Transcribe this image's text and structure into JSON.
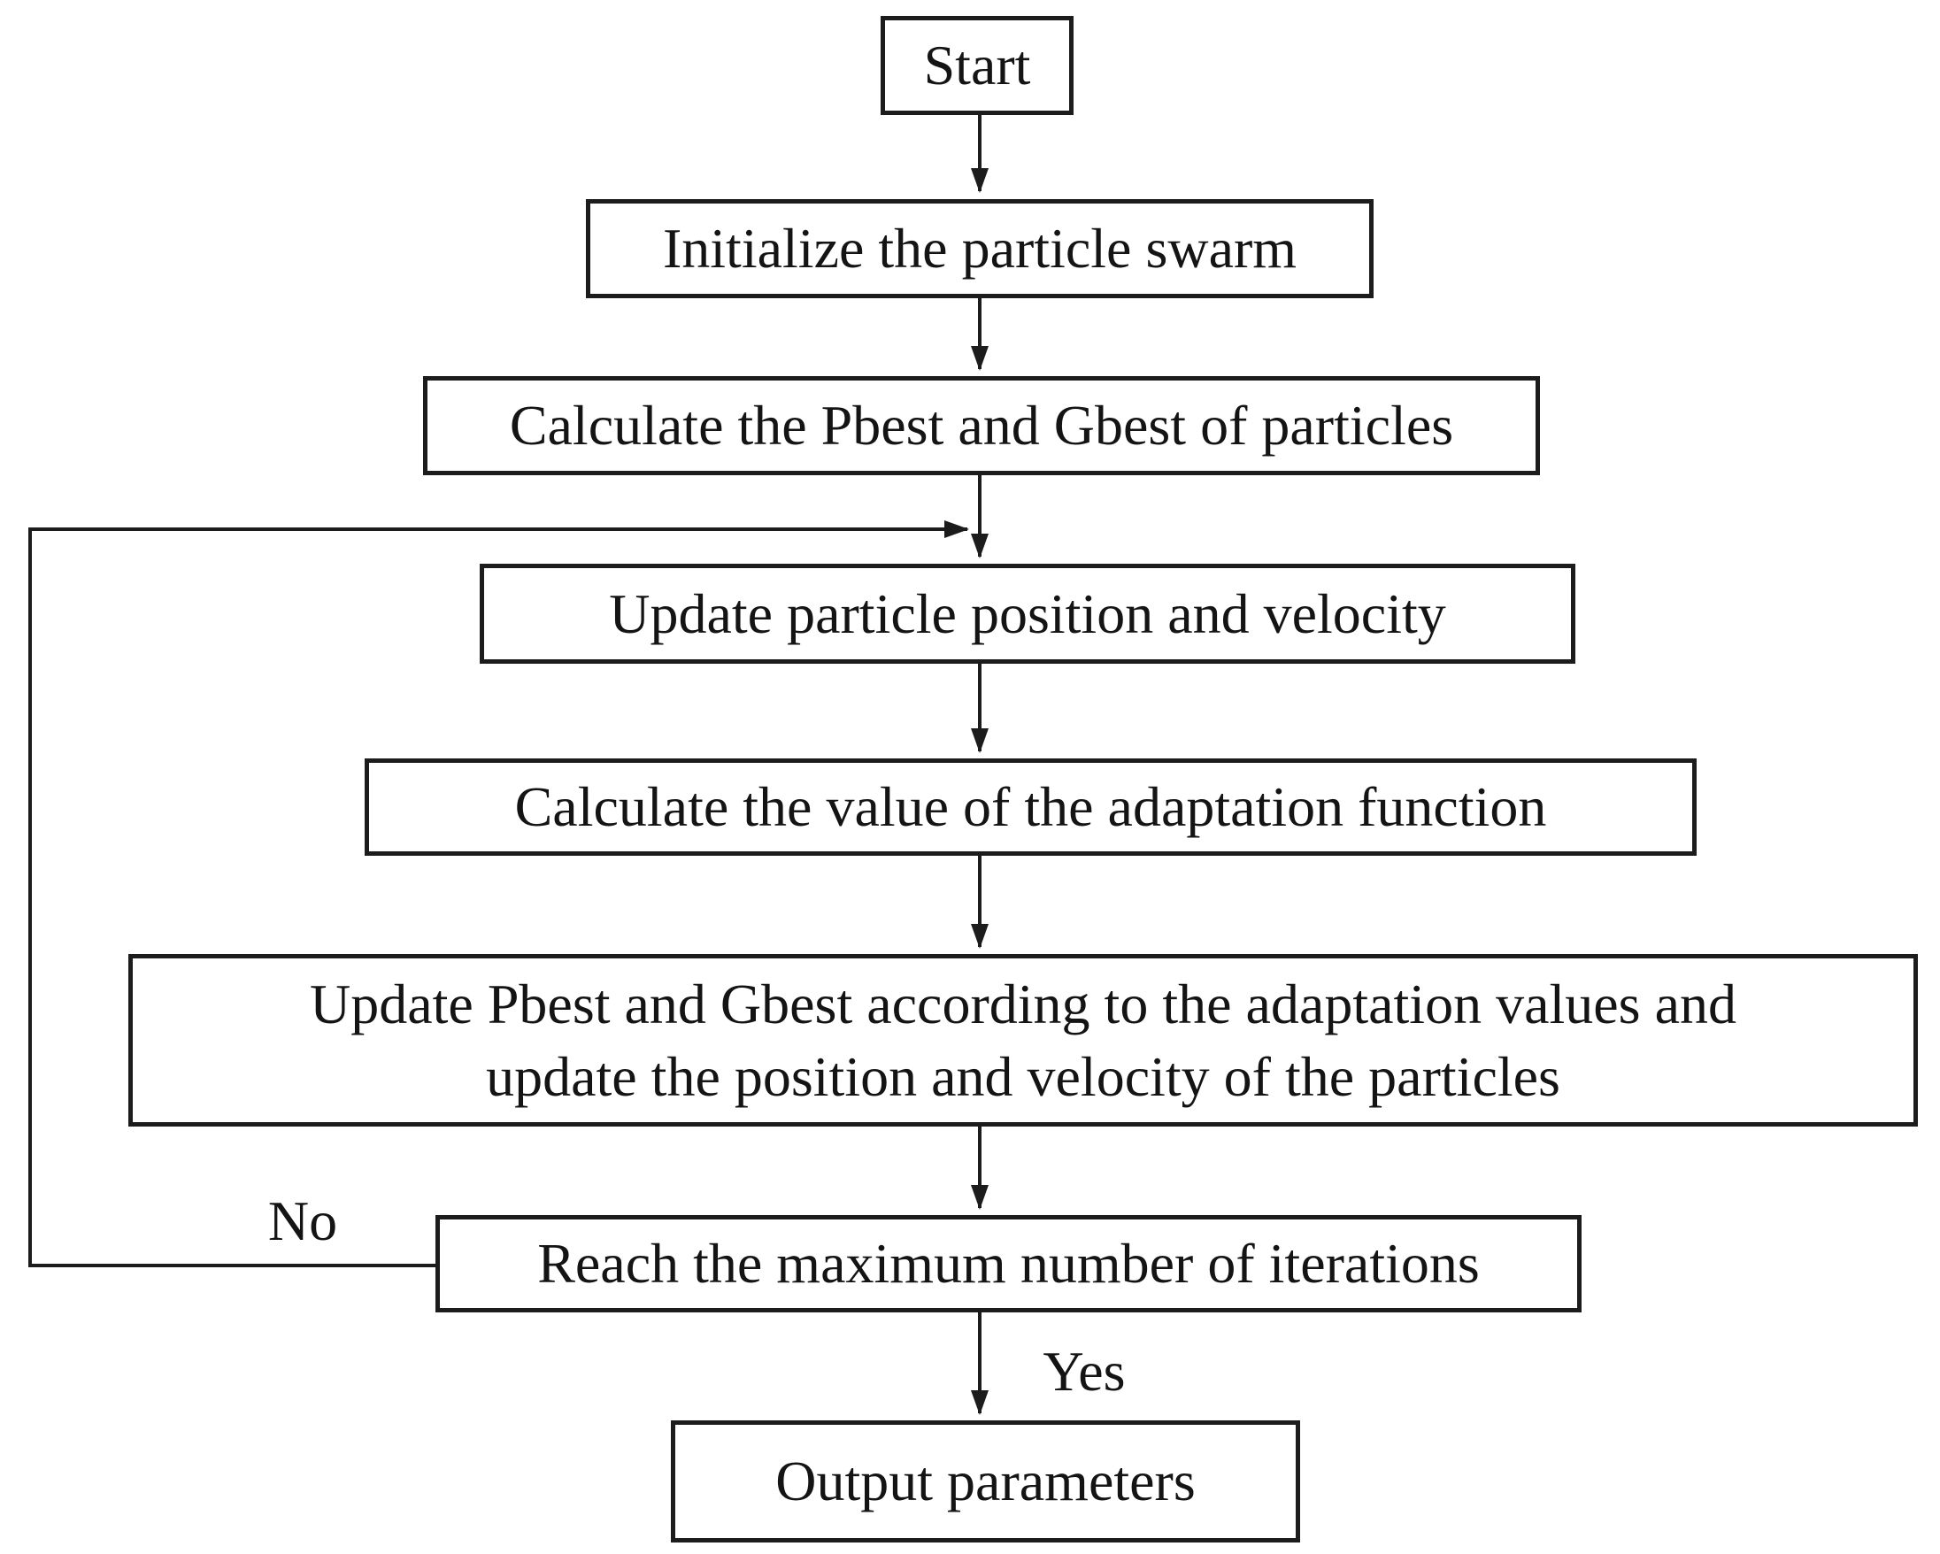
{
  "diagram": {
    "type": "flowchart",
    "background_color": "#ffffff",
    "line_color": "#1c1c1c",
    "text_color": "#141414",
    "nodes": [
      {
        "id": "start",
        "label": "Start"
      },
      {
        "id": "init",
        "label": "Initialize the particle swarm"
      },
      {
        "id": "calc-best",
        "label": "Calculate the Pbest and Gbest of particles"
      },
      {
        "id": "update-pv",
        "label": "Update particle position and velocity"
      },
      {
        "id": "calc-adapt",
        "label": "Calculate the value of the adaptation function"
      },
      {
        "id": "update-best",
        "label": "Update Pbest and Gbest according to the adaptation values and update the position and velocity of the particles",
        "label_lines": [
          "Update Pbest and Gbest according to the adaptation values and",
          "update the position and velocity of the particles"
        ]
      },
      {
        "id": "reach-max",
        "label": "Reach the maximum number of iterations"
      },
      {
        "id": "output",
        "label": "Output parameters"
      }
    ],
    "edge_labels": {
      "no": "No",
      "yes": "Yes"
    }
  }
}
